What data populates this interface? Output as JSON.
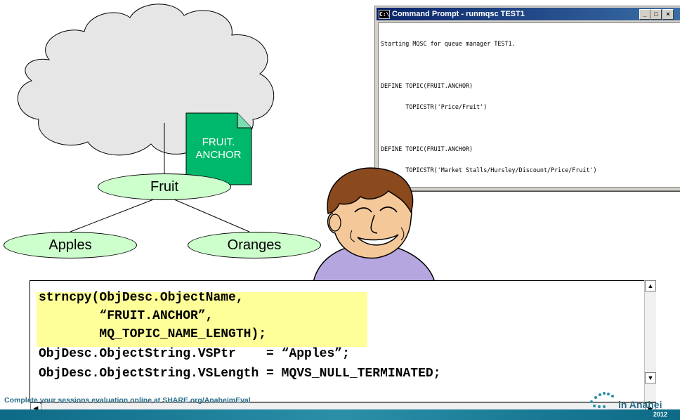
{
  "command_prompt": {
    "title": "Command Prompt - runmqsc TEST1",
    "icon": "C:\\",
    "lines": [
      "Starting MQSC for queue manager TEST1.",
      "",
      "DEFINE TOPIC(FRUIT.ANCHOR)",
      "       TOPICSTR('Price/Fruit')",
      "",
      "DEFINE TOPIC(FRUIT.ANCHOR)",
      "       TOPICSTR('Market Stalls/Hursley/Discount/Price/Fruit')"
    ]
  },
  "topic_tree": {
    "anchor_doc_line1": "FRUIT.",
    "anchor_doc_line2": "ANCHOR",
    "root": "Fruit",
    "children": [
      "Apples",
      "Oranges"
    ]
  },
  "code": {
    "lines": [
      "strncpy(ObjDesc.ObjectName,",
      "        “FRUIT.ANCHOR”,",
      "        MQ_TOPIC_NAME_LENGTH);",
      "ObjDesc.ObjectString.VSPtr    = “Apples”;",
      "ObjDesc.ObjectString.VSLength = MQVS_NULL_TERMINATED;"
    ]
  },
  "footer": {
    "eval_text": "Complete your sessions evaluation online at SHARE.org/AnaheimEval",
    "brand": "in Anahei",
    "year": "2012"
  },
  "colors": {
    "node_fill": "#ccffcc",
    "doc_fill": "#00b86b",
    "highlight": "#ffff99",
    "footer": "#2b8fa8"
  }
}
